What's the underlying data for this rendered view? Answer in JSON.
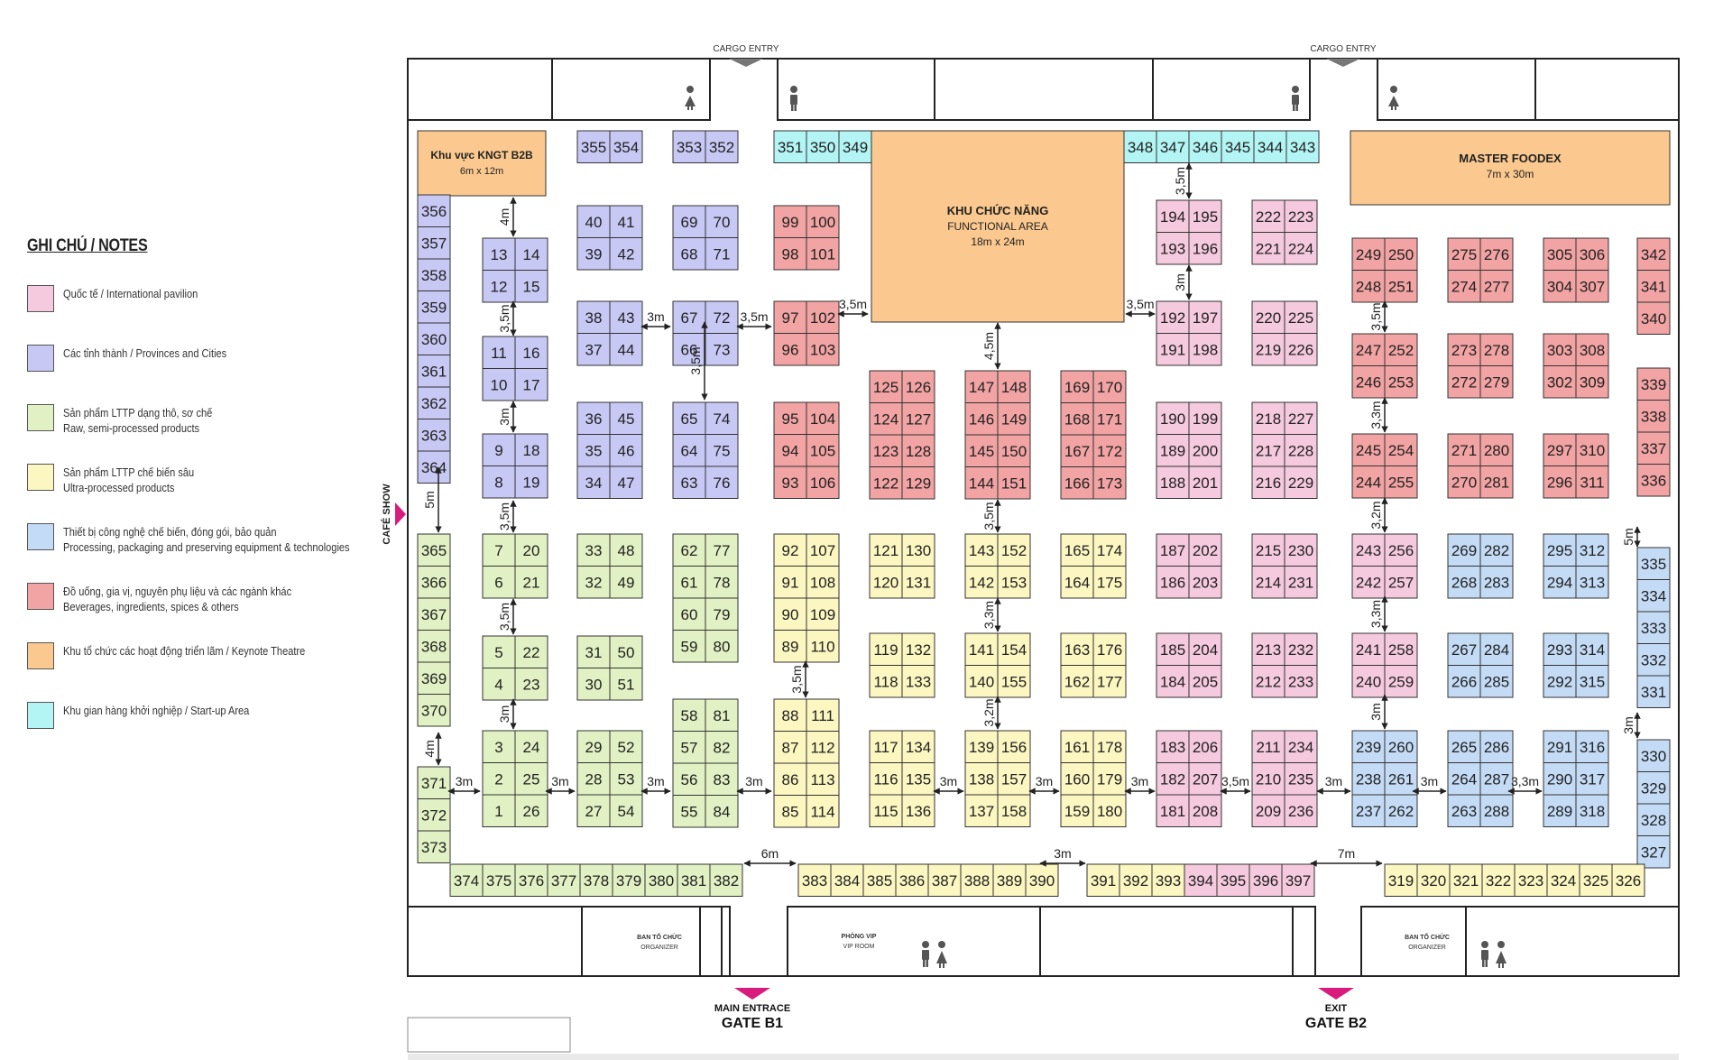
{
  "colors": {
    "international": "#f5c9de",
    "provinces": "#c7c8f4",
    "raw": "#e1f1c3",
    "ultra": "#fcf6c0",
    "equipment": "#c4dbf6",
    "beverages": "#f2a3a3",
    "keynote": "#fbc98f",
    "startup": "#b3f4f4",
    "gate_arrow": "#d81b7c",
    "line": "#222222"
  },
  "legend": {
    "title": "GHI CHÚ / NOTES",
    "items": [
      {
        "key": "international",
        "line1": "Quốc tế / International pavilion",
        "line2": ""
      },
      {
        "key": "provinces",
        "line1": "Các tỉnh thành / Provinces and Cities",
        "line2": ""
      },
      {
        "key": "raw",
        "line1": "Sản phẩm LTTP dạng thô, sơ chế",
        "line2": "Raw, semi-processed products"
      },
      {
        "key": "ultra",
        "line1": "Sản phẩm LTTP chế biến sâu",
        "line2": "Ultra-processed products"
      },
      {
        "key": "equipment",
        "line1": "Thiết bị công nghệ chế biến, đóng gói, bảo quản",
        "line2": "Processing, packaging and preserving equipment & technologies"
      },
      {
        "key": "beverages",
        "line1": "Đồ uống, gia vị, nguyên phụ liệu và các ngành khác",
        "line2": "Beverages, ingredients, spices & others"
      },
      {
        "key": "keynote",
        "line1": "Khu tổ chức các hoạt động triển lãm / Keynote Theatre",
        "line2": ""
      },
      {
        "key": "startup",
        "line1": "Khu gian hàng khởi nghiệp / Start-up Area",
        "line2": ""
      }
    ]
  },
  "areas": {
    "b2b": {
      "title": "Khu vực KNGT B2B",
      "size": "6m x 12m"
    },
    "functional": {
      "title": "KHU CHỨC NĂNG",
      "subtitle": "FUNCTIONAL AREA",
      "size": "18m x 24m"
    },
    "master": {
      "title": "MASTER FOODEX",
      "size": "7m x 30m"
    }
  },
  "labels": {
    "cargo_entry": "CARGO ENTRY",
    "cafe_show": "CAFÉ SHOW",
    "organizer_vn": "BAN TỔ CHỨC",
    "organizer_en": "ORGANIZER",
    "vip_vn": "PHÒNG VIP",
    "vip_en": "VIP ROOM",
    "main_entrance": "MAIN ENTRACE",
    "gate_b1": "GATE B1",
    "exit": "EXIT",
    "gate_b2": "GATE B2"
  },
  "dimensions": [
    "4m",
    "3,5m",
    "3m",
    "5m",
    "3,5m",
    "3,5m",
    "3m",
    "4m",
    "3m",
    "3m",
    "3m",
    "3,5m",
    "3m",
    "3,5m",
    "3,5m",
    "3m",
    "3,5m",
    "4,5m",
    "3,5m",
    "3,3m",
    "3,2m",
    "3m",
    "3m",
    "3m",
    "3,5m",
    "3,5m",
    "3m",
    "3,5m",
    "3,5m",
    "3,3m",
    "3,2m",
    "3,3m",
    "3m",
    "3m",
    "3m",
    "3,3m",
    "5m",
    "3m",
    "6m",
    "3m",
    "7m"
  ],
  "booths": [
    {
      "cat": "provinces",
      "nums": [
        355,
        354,
        353,
        352
      ]
    },
    {
      "cat": "startup",
      "nums": [
        351,
        350,
        349,
        348,
        347,
        346,
        345,
        344,
        343
      ]
    },
    {
      "cat": "provinces",
      "nums": [
        356,
        357,
        358,
        359,
        360,
        361,
        362,
        363,
        364
      ]
    },
    {
      "cat": "raw",
      "nums": [
        365,
        366,
        367,
        368,
        369,
        370
      ]
    },
    {
      "cat": "provinces",
      "nums": [
        13,
        14,
        12,
        15,
        11,
        16,
        10,
        17,
        9,
        18,
        8,
        19
      ]
    },
    {
      "cat": "raw",
      "nums": [
        7,
        20,
        6,
        21,
        5,
        22,
        4,
        23,
        3,
        24,
        2,
        25,
        1,
        26,
        371,
        372,
        373
      ]
    },
    {
      "cat": "provinces",
      "nums": [
        40,
        41,
        39,
        42,
        38,
        43,
        37,
        44,
        36,
        45,
        35,
        46,
        34,
        47
      ]
    },
    {
      "cat": "raw",
      "nums": [
        33,
        48,
        32,
        49,
        31,
        50,
        30,
        51,
        29,
        52,
        28,
        53,
        27,
        54
      ]
    },
    {
      "cat": "provinces",
      "nums": [
        69,
        70,
        68,
        71,
        67,
        72,
        66,
        73,
        65,
        74,
        64,
        75,
        63,
        76
      ]
    },
    {
      "cat": "raw",
      "nums": [
        62,
        77,
        61,
        78,
        60,
        79,
        59,
        80,
        58,
        81,
        57,
        82,
        56,
        83,
        55,
        84
      ]
    },
    {
      "cat": "beverages",
      "nums": [
        99,
        100,
        98,
        101,
        97,
        102,
        96,
        103,
        95,
        104,
        94,
        105,
        93,
        106
      ]
    },
    {
      "cat": "ultra",
      "nums": [
        92,
        107,
        91,
        108,
        90,
        109,
        89,
        110,
        88,
        111,
        87,
        112,
        86,
        113,
        85,
        114
      ]
    },
    {
      "cat": "beverages",
      "nums": [
        125,
        126,
        124,
        127,
        123,
        128,
        122,
        129,
        147,
        148,
        146,
        149,
        145,
        150,
        144,
        151,
        169,
        170,
        168,
        171,
        167,
        172,
        166,
        173
      ]
    },
    {
      "cat": "ultra",
      "nums": [
        121,
        130,
        120,
        131,
        119,
        132,
        118,
        133,
        117,
        134,
        116,
        135,
        115,
        136,
        143,
        152,
        142,
        153,
        141,
        154,
        140,
        155,
        139,
        156,
        138,
        157,
        137,
        158,
        165,
        174,
        164,
        175,
        163,
        176,
        162,
        177,
        161,
        178,
        160,
        179,
        159,
        180
      ]
    },
    {
      "cat": "international",
      "nums": [
        194,
        195,
        193,
        196,
        192,
        197,
        191,
        198,
        190,
        199,
        189,
        200,
        188,
        201,
        187,
        202,
        186,
        203,
        185,
        204,
        184,
        205,
        183,
        206,
        182,
        207,
        181,
        208
      ]
    },
    {
      "cat": "international",
      "nums": [
        222,
        223,
        221,
        224,
        220,
        225,
        219,
        226,
        218,
        227,
        217,
        228,
        216,
        229,
        215,
        230,
        214,
        231,
        213,
        232,
        212,
        233,
        211,
        234,
        210,
        235,
        209,
        236
      ]
    },
    {
      "cat": "beverages",
      "nums": [
        249,
        250,
        248,
        251,
        247,
        252,
        246,
        253,
        245,
        254,
        244,
        255,
        275,
        276,
        274,
        277,
        273,
        278,
        272,
        279,
        271,
        280,
        270,
        281,
        305,
        306,
        304,
        307,
        303,
        308,
        302,
        309,
        297,
        310,
        296,
        311,
        342,
        341,
        340,
        339,
        338,
        337,
        336
      ]
    },
    {
      "cat": "international",
      "nums": [
        243,
        256,
        242,
        257,
        241,
        258,
        240,
        259
      ]
    },
    {
      "cat": "equipment",
      "nums": [
        239,
        260,
        238,
        261,
        237,
        262,
        269,
        282,
        268,
        283,
        267,
        284,
        266,
        285,
        265,
        286,
        264,
        287,
        263,
        288,
        295,
        312,
        294,
        313,
        293,
        314,
        292,
        315,
        291,
        316,
        290,
        317,
        289,
        318,
        335,
        334,
        333,
        332,
        331,
        330,
        329,
        328,
        327
      ]
    },
    {
      "cat": "raw",
      "nums": [
        374,
        375,
        376,
        377,
        378,
        379,
        380,
        381,
        382
      ]
    },
    {
      "cat": "ultra",
      "nums": [
        383,
        384,
        385,
        386,
        387,
        388,
        389,
        390,
        391,
        392,
        393,
        319,
        320,
        321,
        322,
        323,
        324,
        325,
        326
      ]
    },
    {
      "cat": "international",
      "nums": [
        394,
        395,
        396,
        397
      ]
    }
  ]
}
